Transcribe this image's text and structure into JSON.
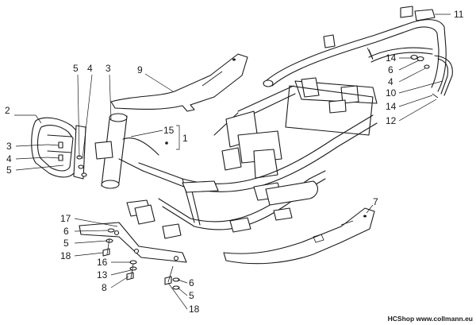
{
  "callouts": [
    {
      "id": "c11",
      "text": "11"
    },
    {
      "id": "c9",
      "text": "9"
    },
    {
      "id": "c5a",
      "text": "5"
    },
    {
      "id": "c4a",
      "text": "4"
    },
    {
      "id": "c3a",
      "text": "3"
    },
    {
      "id": "c2",
      "text": "2"
    },
    {
      "id": "c3b",
      "text": "3"
    },
    {
      "id": "c4b",
      "text": "4"
    },
    {
      "id": "c5b",
      "text": "5"
    },
    {
      "id": "c15",
      "text": "15"
    },
    {
      "id": "c1",
      "text": "1"
    },
    {
      "id": "c14a",
      "text": "14"
    },
    {
      "id": "c6a",
      "text": "6"
    },
    {
      "id": "c4c",
      "text": "4"
    },
    {
      "id": "c10",
      "text": "10"
    },
    {
      "id": "c14b",
      "text": "14"
    },
    {
      "id": "c12",
      "text": "12"
    },
    {
      "id": "c7",
      "text": "7"
    },
    {
      "id": "c17",
      "text": "17"
    },
    {
      "id": "c6b",
      "text": "6"
    },
    {
      "id": "c5c",
      "text": "5"
    },
    {
      "id": "c18a",
      "text": "18"
    },
    {
      "id": "c16",
      "text": "16"
    },
    {
      "id": "c13",
      "text": "13"
    },
    {
      "id": "c8",
      "text": "8"
    },
    {
      "id": "c6c",
      "text": "6"
    },
    {
      "id": "c5d",
      "text": "5"
    },
    {
      "id": "c18b",
      "text": "18"
    }
  ],
  "credit": "HCShop www.collmann.eu"
}
